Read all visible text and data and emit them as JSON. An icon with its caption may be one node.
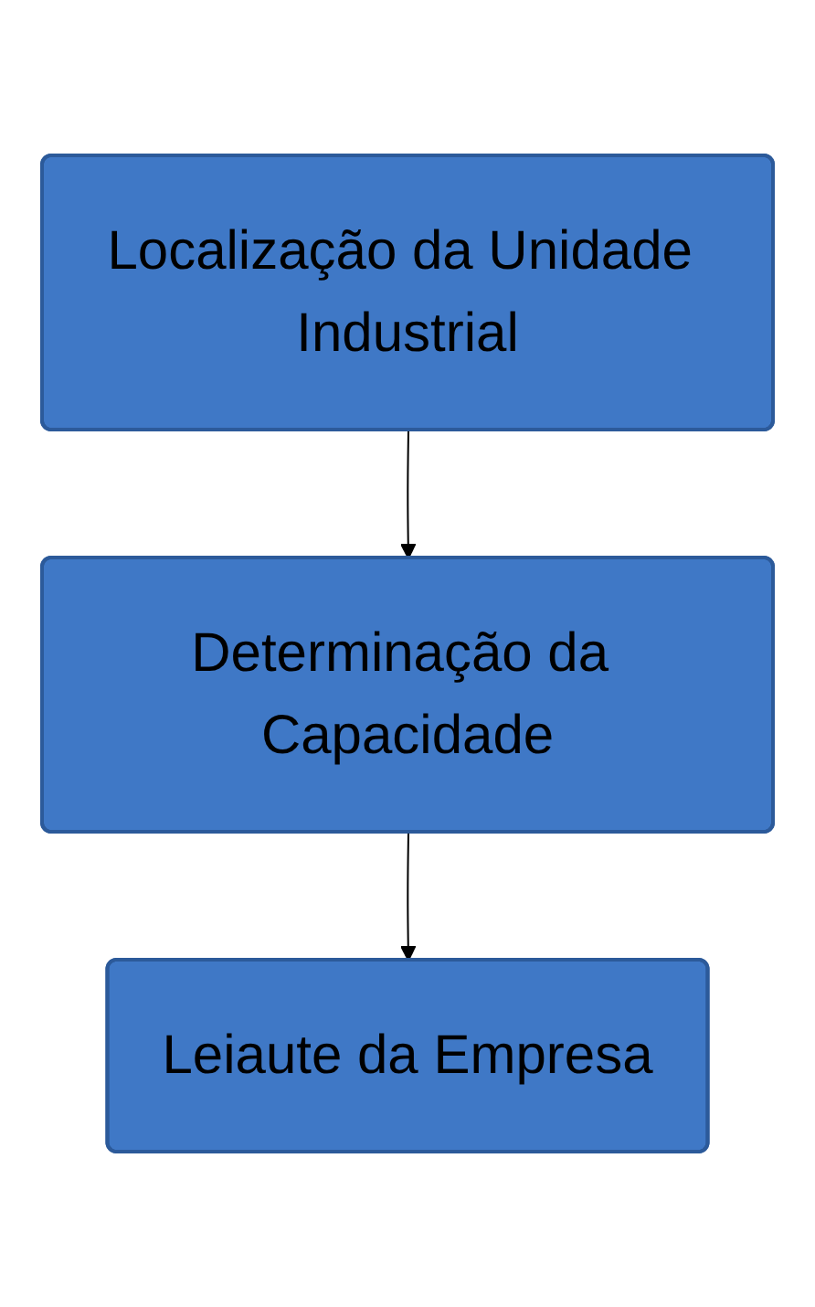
{
  "diagram": {
    "nodes": [
      {
        "text": [
          "Localização da Unidade Industrial"
        ]
      },
      {
        "text": [
          "Determinação da Capacidade"
        ]
      },
      {
        "text": [
          "Leiaute da Empresa"
        ]
      }
    ],
    "edges": [
      {
        "from": 0,
        "to": 1,
        "arrow": "to"
      },
      {
        "from": 1,
        "to": 2,
        "arrow": "to"
      }
    ]
  }
}
